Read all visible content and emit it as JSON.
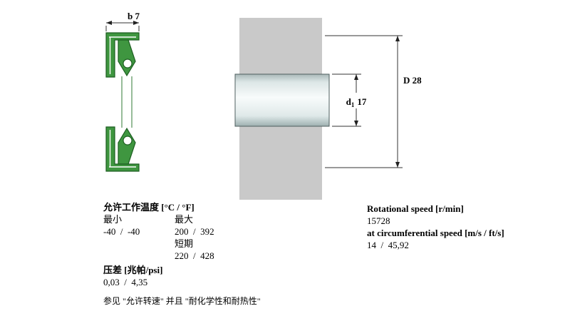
{
  "drawing": {
    "b_label": "b 7",
    "d_label": "d",
    "d_sub": "1",
    "d_value": "17",
    "D_label": "D 28"
  },
  "temperature": {
    "heading": "允许工作温度 [°C / °F]",
    "min_label": "最小",
    "max_label": "最大",
    "min_values": "-40  /  -40",
    "max_values": "200  /  392",
    "short_term_label": "短期",
    "short_term_values": "220  /  428"
  },
  "pressure": {
    "heading": "压差 [兆帕/psi]",
    "values": "0,03  /  4,35"
  },
  "note": "参见 \"允许转速\" 并且 \"耐化学性和耐热性\"",
  "speed": {
    "heading": "Rotational speed [r/min]",
    "value": "15728",
    "circ_heading": "at circumferential speed [m/s / ft/s]",
    "circ_value": "14  /  45,92"
  },
  "colors": {
    "seal_green": "#3f9640",
    "seal_outline": "#1c5e20",
    "housing_grey": "#c9c9c9"
  }
}
